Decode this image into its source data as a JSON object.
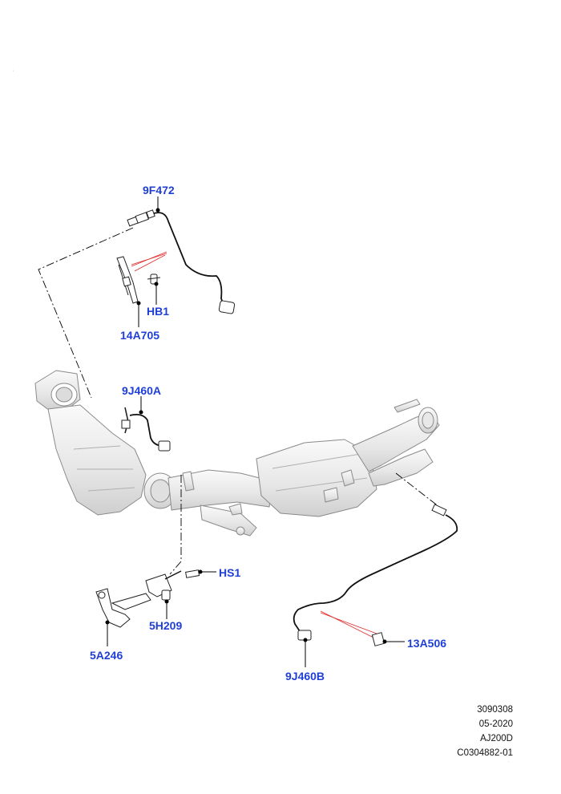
{
  "callouts": {
    "c9F472": "9F472",
    "cHB1": "HB1",
    "c14A705": "14A705",
    "c9J460A": "9J460A",
    "cHS1": "HS1",
    "c5H209": "5H209",
    "c5A246": "5A246",
    "c13A506": "13A506",
    "c9J460B": "9J460B"
  },
  "meta": {
    "line1": "3090308",
    "line2": "05-2020",
    "line3": "AJ200D",
    "line4": "C0304882-01"
  },
  "colors": {
    "callout": "#1f3fd6",
    "leader": "#000000",
    "highlight": "#e03030",
    "part_outline": "#8a8a8a",
    "part_fill": "#f2f2f2"
  },
  "icons": [
    "exhaust-system-drawing",
    "oxygen-sensor-icon",
    "egt-sensor-icon",
    "bracket-icon",
    "clip-icon"
  ]
}
